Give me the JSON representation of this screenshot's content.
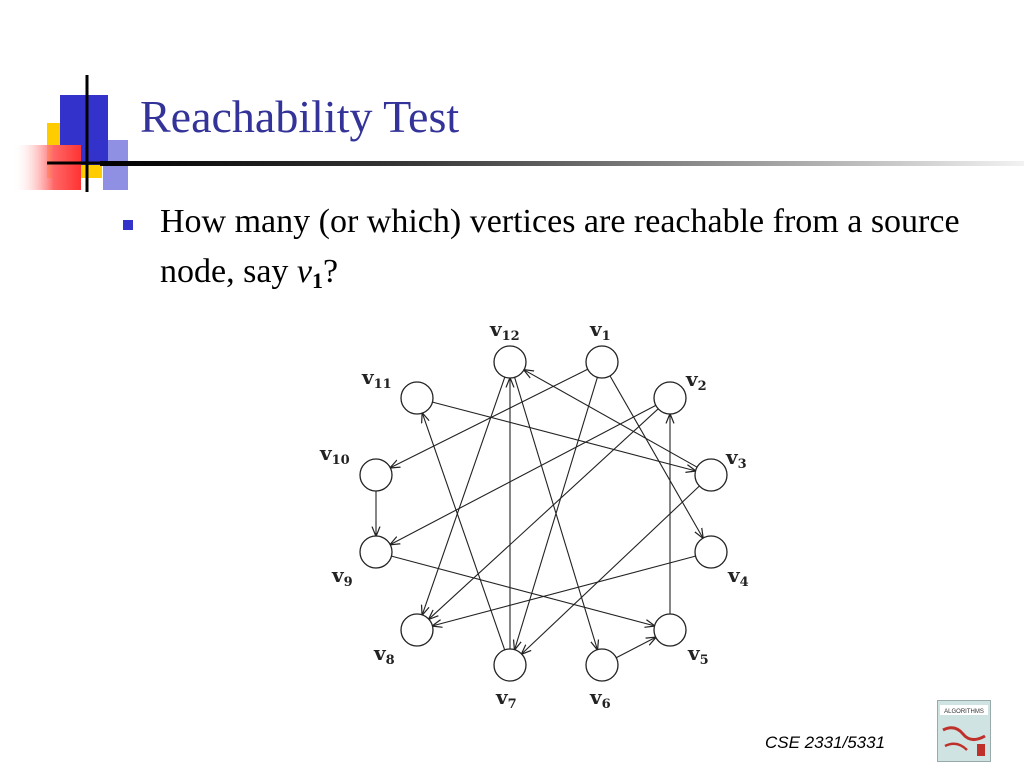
{
  "slide": {
    "title": "Reachability Test",
    "bullet": {
      "text": "How many (or which) vertices are reachable from a source node, say ",
      "math_var": "v",
      "math_sub": "1",
      "suffix": "?"
    },
    "footer": "CSE 2331/5331",
    "book_cover": {
      "title": "ALGORITHMS",
      "icon": "algorithms-book-cover-icon"
    },
    "logo_icon": "decorative-squares-icon",
    "colors": {
      "title": "#333399",
      "bullet": "#3333cc",
      "logo_blue": "#3333cc",
      "logo_yellow": "#ffcc00",
      "logo_red": "#ff3333"
    }
  },
  "graph": {
    "directed": true,
    "nodes": [
      {
        "id": "v1",
        "label": "v",
        "sub": "1"
      },
      {
        "id": "v2",
        "label": "v",
        "sub": "2"
      },
      {
        "id": "v3",
        "label": "v",
        "sub": "3"
      },
      {
        "id": "v4",
        "label": "v",
        "sub": "4"
      },
      {
        "id": "v5",
        "label": "v",
        "sub": "5"
      },
      {
        "id": "v6",
        "label": "v",
        "sub": "6"
      },
      {
        "id": "v7",
        "label": "v",
        "sub": "7"
      },
      {
        "id": "v8",
        "label": "v",
        "sub": "8"
      },
      {
        "id": "v9",
        "label": "v",
        "sub": "9"
      },
      {
        "id": "v10",
        "label": "v",
        "sub": "10"
      },
      {
        "id": "v11",
        "label": "v",
        "sub": "11"
      },
      {
        "id": "v12",
        "label": "v",
        "sub": "12"
      }
    ],
    "edges": [
      {
        "from": "v1",
        "to": "v10"
      },
      {
        "from": "v1",
        "to": "v4"
      },
      {
        "from": "v1",
        "to": "v7"
      },
      {
        "from": "v3",
        "to": "v12"
      },
      {
        "from": "v3",
        "to": "v7"
      },
      {
        "from": "v11",
        "to": "v3"
      },
      {
        "from": "v10",
        "to": "v9"
      },
      {
        "from": "v9",
        "to": "v5"
      },
      {
        "from": "v2",
        "to": "v9"
      },
      {
        "from": "v2",
        "to": "v8"
      },
      {
        "from": "v4",
        "to": "v8"
      },
      {
        "from": "v5",
        "to": "v2"
      },
      {
        "from": "v6",
        "to": "v5"
      },
      {
        "from": "v7",
        "to": "v12"
      },
      {
        "from": "v7",
        "to": "v11"
      },
      {
        "from": "v12",
        "to": "v8"
      },
      {
        "from": "v12",
        "to": "v6"
      }
    ]
  }
}
